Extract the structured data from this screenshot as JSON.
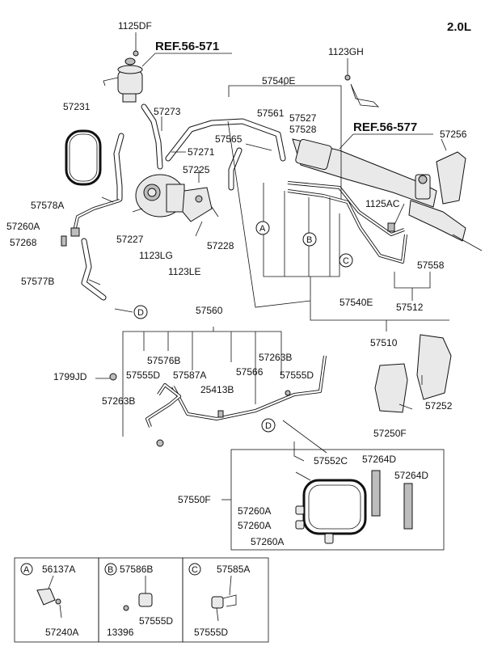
{
  "engine": "2.0L",
  "refs": {
    "reservoir": "REF.56-571",
    "gear": "REF.56-577"
  },
  "labels": {
    "p1125DF": "1125DF",
    "p1123GH": "1123GH",
    "p57540E_top": "57540E",
    "p57231": "57231",
    "p57273": "57273",
    "p57561": "57561",
    "p57527": "57527",
    "p57528": "57528",
    "p57256": "57256",
    "p57565": "57565",
    "p57271": "57271",
    "p57225": "57225",
    "p1125AC": "1125AC",
    "p57578A": "57578A",
    "p57260A_l": "57260A",
    "p57268": "57268",
    "p57227": "57227",
    "p57228": "57228",
    "p1123LG": "1123LG",
    "p1123LE": "1123LE",
    "p57558": "57558",
    "p57577B": "57577B",
    "p57560": "57560",
    "p57540E_mid": "57540E",
    "p57512": "57512",
    "p57510": "57510",
    "p57576B": "57576B",
    "p57263B_r": "57263B",
    "p1799JD": "1799JD",
    "p57555D_a": "57555D",
    "p57587A": "57587A",
    "p57566": "57566",
    "p57555D_b": "57555D",
    "p57263B_l": "57263B",
    "p25413B": "25413B",
    "p57252": "57252",
    "p57250F": "57250F",
    "p57552C": "57552C",
    "p57264D_a": "57264D",
    "p57264D_b": "57264D",
    "p57550F": "57550F",
    "p57260A_1": "57260A",
    "p57260A_2": "57260A",
    "p57260A_3": "57260A",
    "p56137A": "56137A",
    "p57240A": "57240A",
    "p57586B": "57586B",
    "p57555D_c": "57555D",
    "p13396": "13396",
    "p57585A": "57585A",
    "p57555D_d": "57555D"
  },
  "circles": {
    "a": "A",
    "b": "B",
    "c": "C",
    "d": "D"
  }
}
